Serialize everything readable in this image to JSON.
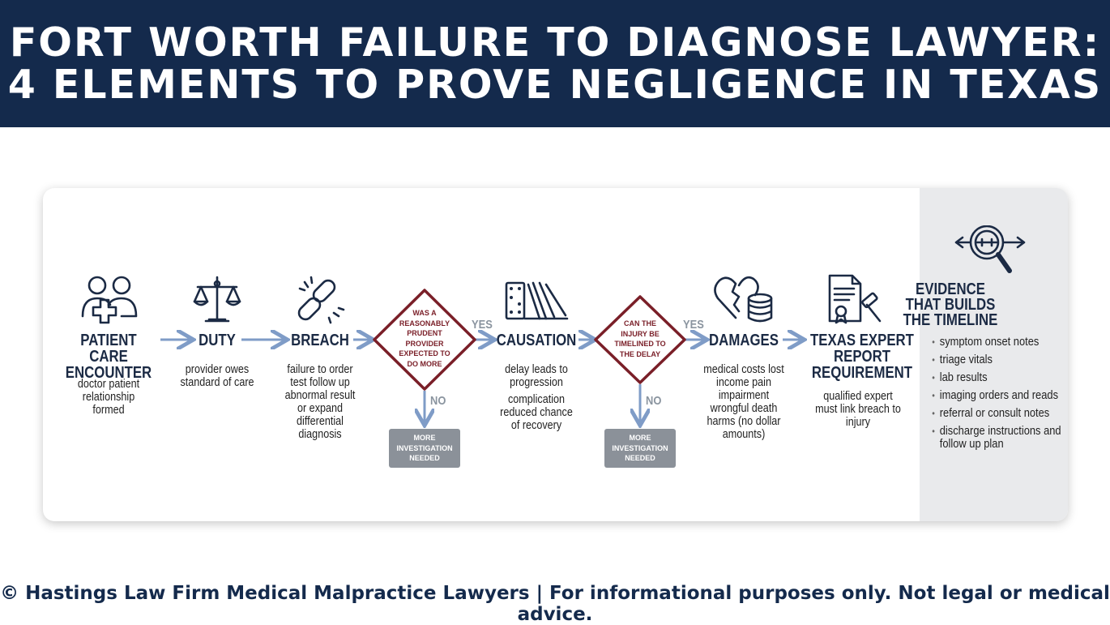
{
  "header": {
    "title_line1": "FORT WORTH FAILURE TO DIAGNOSE LAWYER:",
    "title_line2": "4 ELEMENTS TO PROVE NEGLIGENCE IN TEXAS"
  },
  "flow": {
    "patient_care": {
      "label": "PATIENT CARE ENCOUNTER",
      "desc": "doctor patient relationship formed",
      "icon": "patient-care-icon"
    },
    "duty": {
      "label": "DUTY",
      "desc": "provider owes standard of care",
      "icon": "scales-icon"
    },
    "breach": {
      "label": "BREACH",
      "desc": "failure to order test follow up abnormal result or expand differential diagnosis",
      "icon": "broken-chain-icon"
    },
    "decision1": {
      "text": "WAS A REASONABLY PRUDENT PROVIDER EXPECTED TO DO MORE",
      "yes": "YES",
      "no": "NO",
      "no_result": "MORE INVESTIGATION NEEDED"
    },
    "causation": {
      "label": "CAUSATION",
      "desc_line1": "delay leads to progression",
      "desc_line2": "complication reduced chance of recovery",
      "icon": "dominoes-icon"
    },
    "decision2": {
      "text": "CAN THE INJURY BE TIMELINED TO THE DELAY",
      "yes": "YES",
      "no": "NO",
      "no_result": "MORE INVESTIGATION NEEDED"
    },
    "damages": {
      "label": "DAMAGES",
      "desc": "medical costs lost income pain impairment wrongful death harms (no dollar amounts)",
      "icon": "broken-heart-coins-icon"
    },
    "expert": {
      "label": "TEXAS EXPERT REPORT REQUIREMENT",
      "desc": "qualified expert must link breach to injury",
      "icon": "document-gavel-icon"
    }
  },
  "evidence": {
    "title": "EVIDENCE THAT BUILDS THE TIMELINE",
    "icon": "magnifier-timeline-icon",
    "items": [
      "symptom onset notes",
      "triage vitals",
      "lab results",
      "imaging orders and reads",
      "referral or consult notes",
      "discharge instructions and follow up plan"
    ]
  },
  "footer": {
    "text": "© Hastings Law Firm Medical Malpractice Lawyers | For informational purposes only. Not legal or medical advice."
  },
  "colors": {
    "header_bg": "#142a4c",
    "arrow": "#7f9cc7",
    "diamond_border": "#7a1f28",
    "no_box": "#8b9199",
    "sidebar_bg": "#e9eaec"
  }
}
